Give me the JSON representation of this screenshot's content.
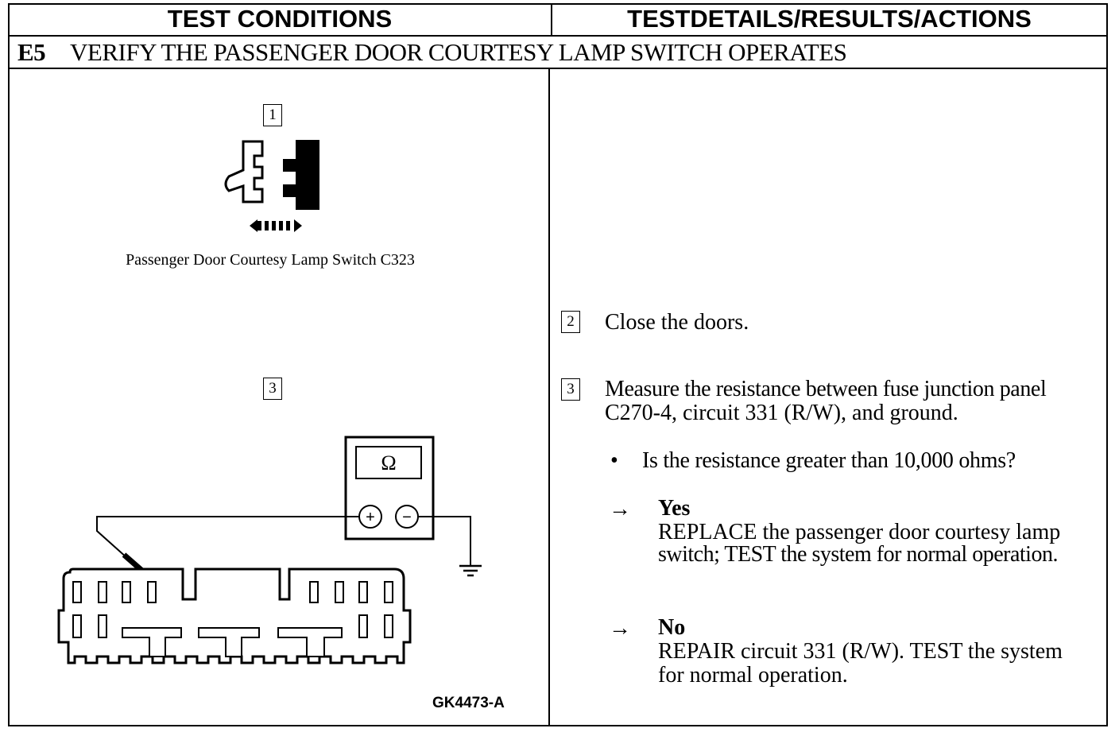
{
  "header": {
    "left": "TEST CONDITIONS",
    "right": "TESTDETAILS/RESULTS/ACTIONS"
  },
  "test": {
    "code": "E5",
    "title": "VERIFY THE PASSENGER DOOR COURTESY LAMP SWITCH OPERATES"
  },
  "left_panel": {
    "step1_number": "1",
    "connector_caption": "Passenger Door Courtesy Lamp Switch C323",
    "step3_number": "3",
    "meter_symbol": "Ω",
    "meter_plus": "+",
    "meter_minus": "−",
    "figure_id": "GK4473-A"
  },
  "right_panel": {
    "step2": {
      "number": "2",
      "text": "Close the doors."
    },
    "step3": {
      "number": "3",
      "text_line1": "Measure the resistance between fuse junction panel",
      "text_line2": "C270-4, circuit 331 (R/W), and ground.",
      "bullet": "•",
      "question": "Is the resistance greater than 10,000 ohms?",
      "yes": {
        "arrow": "→",
        "label": "Yes",
        "line1": "REPLACE the passenger door courtesy lamp",
        "line2": "switch; TEST the system for normal operation."
      },
      "no": {
        "arrow": "→",
        "label": "No",
        "line1": "REPAIR circuit 331 (R/W). TEST the system",
        "line2": "for normal operation."
      }
    }
  }
}
